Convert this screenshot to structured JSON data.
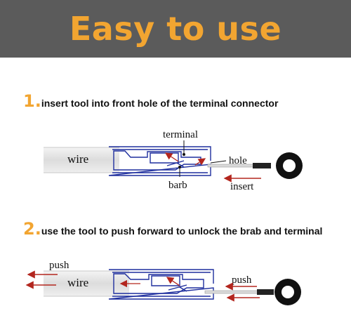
{
  "header": {
    "title": "Easy to use"
  },
  "steps": [
    {
      "number": "1.",
      "text": "insert tool into front hole of the terminal connector",
      "labels": {
        "terminal": "terminal",
        "wire": "wire",
        "hole": "hole",
        "barb": "barb",
        "insert": "insert"
      }
    },
    {
      "number": "2.",
      "text": "use the tool to push forward to unlock the brab and terminal",
      "labels": {
        "push_left": "push",
        "wire": "wire",
        "push_right": "push"
      }
    }
  ],
  "colors": {
    "banner_bg": "#5b5b5b",
    "title": "#f2a531",
    "step_number": "#f2a531",
    "connector_outline": "#1f2f9e",
    "arrow": "#b3261e",
    "tool": "#111111"
  }
}
